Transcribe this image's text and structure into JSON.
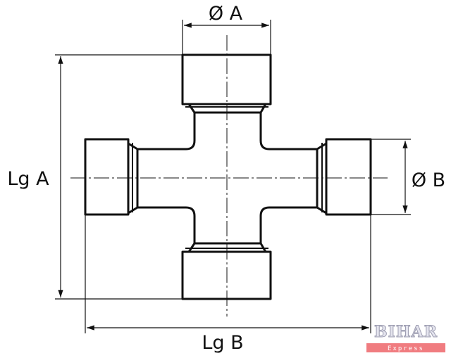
{
  "title": "Universal joint cross dimensions",
  "dimensions": {
    "diameter_a": "Ø A",
    "length_a": "Lg A",
    "diameter_b": "Ø B",
    "length_b": "Lg B"
  },
  "watermark": {
    "brand": "BIHAR",
    "subtitle": "Express",
    "color": "#f07c80"
  }
}
